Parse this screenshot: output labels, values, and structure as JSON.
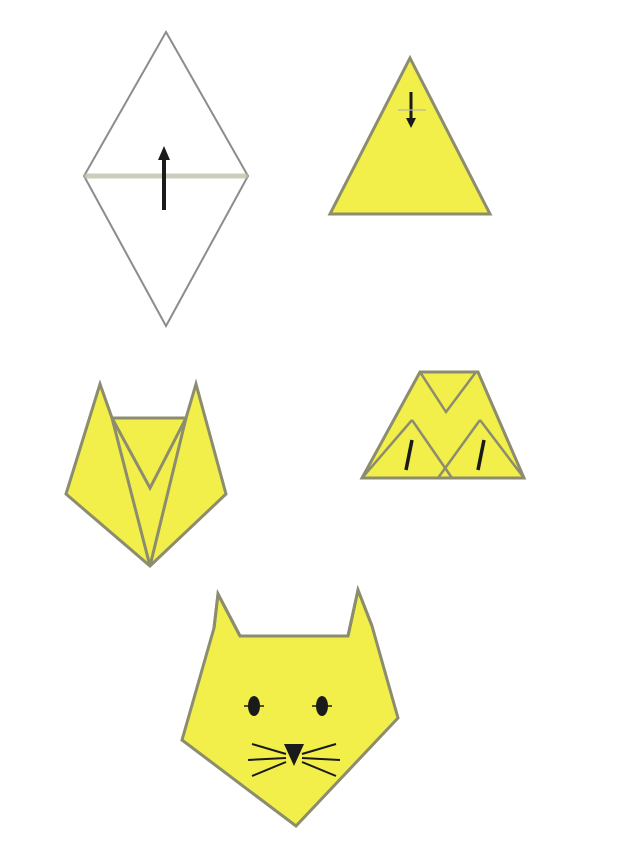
{
  "diagram": {
    "steps": [
      {
        "id": 1,
        "shape": "diamond",
        "fill": "#ffffff",
        "note": ""
      },
      {
        "id": 2,
        "shape": "triangle",
        "fill": "#f2ef4a",
        "note": ""
      },
      {
        "id": 3,
        "shape": "ears-and-face",
        "fill": "#f2ef4a",
        "note": ""
      },
      {
        "id": 4,
        "shape": "trapezoid",
        "fill": "#f2ef4a",
        "note": ""
      },
      {
        "id": 5,
        "shape": "cat-face",
        "fill": "#f2ef4a",
        "note": ""
      }
    ],
    "colors": {
      "paper": "#f2ef4a",
      "outline": "#8c8c6e",
      "fold_line": "#b9b9a0",
      "arrow": "#1a1a1a"
    }
  }
}
